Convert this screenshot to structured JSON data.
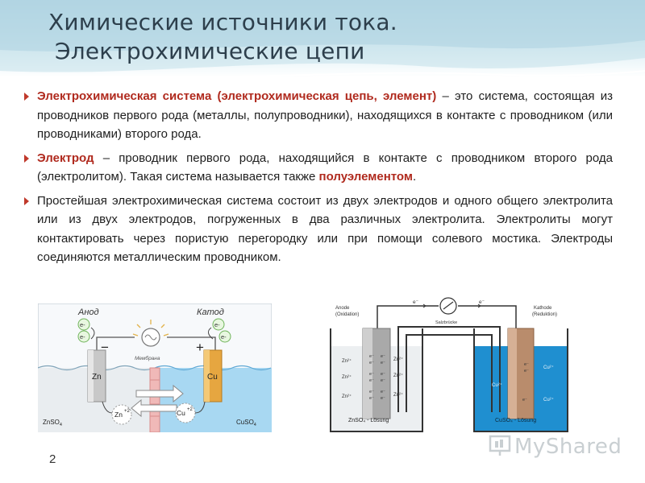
{
  "title": {
    "line1": "Химические источники тока.",
    "line2": "Электрохимические цепи"
  },
  "paragraphs": {
    "p1": {
      "term": "Электрохимическая система (электрохимическая цепь, элемент)",
      "text": " – это система, состоящая из проводников первого рода (металлы, полупроводники), находящихся в контакте с проводником (или проводниками) второго рода."
    },
    "p2": {
      "term": "Электрод",
      "text": " – проводник первого рода, находящийся в контакте с проводником второго рода (электролитом). Такая система называется также ",
      "term2": "полуэлементом",
      "end": "."
    },
    "p3": {
      "text": "Простейшая электрохимическая система состоит из двух электродов и одного общего электролита или из двух электродов, погруженных в два различных электролита. Электролиты могут контактировать через пористую перегородку или при помощи солевого мостика. Электроды соединяются металлическим проводником."
    }
  },
  "diagram_left": {
    "anode": "Анод",
    "cathode": "Катод",
    "electron": "e-",
    "minus": "−",
    "plus": "+",
    "membrane": "Мембрана",
    "zn": "Zn",
    "cu": "Cu",
    "zn_ion": "Zn",
    "zn_charge": "+2",
    "cu_ion": "Cu",
    "cu_charge": "+2",
    "left_solution": "ZnSO",
    "left_sub": "4",
    "right_solution": "CuSO",
    "right_sub": "4"
  },
  "diagram_right": {
    "anode_label": "Anode",
    "anode_sub": "(Oxidation)",
    "kathode_label": "Kathode",
    "kathode_sub": "(Reduktion)",
    "e_left": "e⁻",
    "e_right": "e⁻",
    "salt_bridge": "Salzbrücke",
    "zn2": "Zn²⁺",
    "cu2": "Cu²⁺",
    "e_small": "e⁻",
    "left_solution": "ZnSO₄ - Lösung",
    "right_solution": "CuSO₄ - Lösung"
  },
  "page_number": "2",
  "watermark": "MyShared"
}
